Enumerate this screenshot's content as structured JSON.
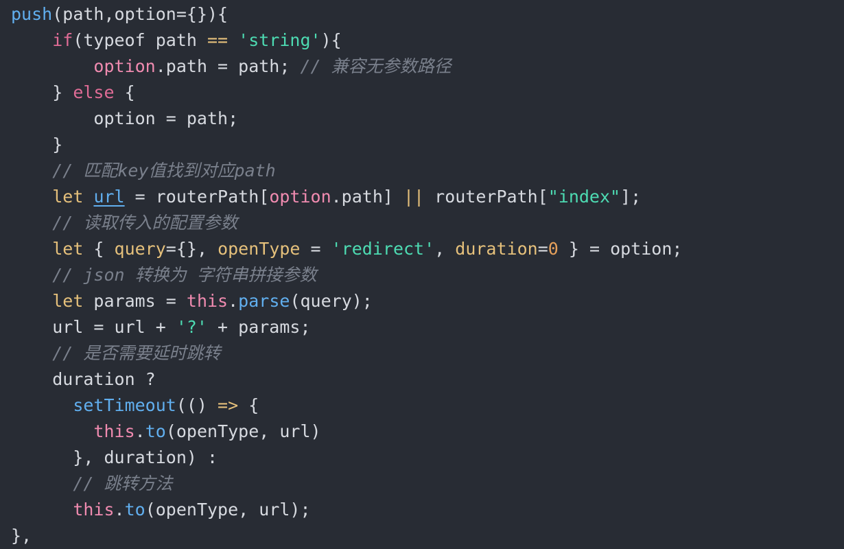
{
  "colors": {
    "background": "#282c34",
    "plain": "#d7dae0",
    "keyword": "#e06c96",
    "let": "#e5c07b",
    "string": "#4ddbb2",
    "comment": "#7a808c",
    "function": "#61afef",
    "variable": "#f08bb0",
    "number": "#e5a05b"
  },
  "code": {
    "lines": [
      [
        [
          "func",
          "push"
        ],
        [
          "plain",
          "("
        ],
        [
          "plain",
          "path,option={}){"
        ]
      ],
      [
        [
          "plain",
          "    "
        ],
        [
          "keyword",
          "if"
        ],
        [
          "plain",
          "(typeof path "
        ],
        [
          "let",
          "=="
        ],
        [
          "plain",
          " "
        ],
        [
          "string",
          "'string'"
        ],
        [
          "plain",
          "){"
        ]
      ],
      [
        [
          "plain",
          "        "
        ],
        [
          "var",
          "option"
        ],
        [
          "plain",
          ".path = path; "
        ],
        [
          "comment",
          "// 兼容无参数路径"
        ]
      ],
      [
        [
          "plain",
          "    } "
        ],
        [
          "keyword",
          "else"
        ],
        [
          "plain",
          " {"
        ]
      ],
      [
        [
          "plain",
          "        option = path;"
        ]
      ],
      [
        [
          "plain",
          "    }"
        ]
      ],
      [
        [
          "plain",
          "    "
        ],
        [
          "comment",
          "// 匹配key值找到对应path"
        ]
      ],
      [
        [
          "plain",
          "    "
        ],
        [
          "let",
          "let"
        ],
        [
          "plain",
          " "
        ],
        [
          "url",
          "url"
        ],
        [
          "plain",
          " = routerPath["
        ],
        [
          "var",
          "option"
        ],
        [
          "plain",
          ".path] "
        ],
        [
          "let",
          "||"
        ],
        [
          "plain",
          " routerPath["
        ],
        [
          "string",
          "\"index\""
        ],
        [
          "plain",
          "];"
        ]
      ],
      [
        [
          "plain",
          "    "
        ],
        [
          "comment",
          "// 读取传入的配置参数"
        ]
      ],
      [
        [
          "plain",
          "    "
        ],
        [
          "let",
          "let"
        ],
        [
          "plain",
          " { "
        ],
        [
          "let",
          "query"
        ],
        [
          "plain",
          "={}, "
        ],
        [
          "let",
          "openType"
        ],
        [
          "plain",
          " = "
        ],
        [
          "string",
          "'redirect'"
        ],
        [
          "plain",
          ", "
        ],
        [
          "let",
          "duration"
        ],
        [
          "plain",
          "="
        ],
        [
          "number",
          "0"
        ],
        [
          "plain",
          " } = option;"
        ]
      ],
      [
        [
          "plain",
          "    "
        ],
        [
          "comment",
          "// json 转换为 字符串拼接参数"
        ]
      ],
      [
        [
          "plain",
          "    "
        ],
        [
          "let",
          "let"
        ],
        [
          "plain",
          " params = "
        ],
        [
          "var",
          "this"
        ],
        [
          "plain",
          "."
        ],
        [
          "func",
          "parse"
        ],
        [
          "plain",
          "(query);"
        ]
      ],
      [
        [
          "plain",
          "    url = url + "
        ],
        [
          "string",
          "'?'"
        ],
        [
          "plain",
          " + params;"
        ]
      ],
      [
        [
          "plain",
          "    "
        ],
        [
          "comment",
          "// 是否需要延时跳转"
        ]
      ],
      [
        [
          "plain",
          "    duration ?"
        ]
      ],
      [
        [
          "plain",
          "      "
        ],
        [
          "func",
          "setTimeout"
        ],
        [
          "plain",
          "(() "
        ],
        [
          "let",
          "=>"
        ],
        [
          "plain",
          " {"
        ]
      ],
      [
        [
          "plain",
          "        "
        ],
        [
          "var",
          "this"
        ],
        [
          "plain",
          "."
        ],
        [
          "func",
          "to"
        ],
        [
          "plain",
          "(openType, url)"
        ]
      ],
      [
        [
          "plain",
          "      }, duration) :"
        ]
      ],
      [
        [
          "plain",
          "      "
        ],
        [
          "comment",
          "// 跳转方法"
        ]
      ],
      [
        [
          "plain",
          "      "
        ],
        [
          "var",
          "this"
        ],
        [
          "plain",
          "."
        ],
        [
          "func",
          "to"
        ],
        [
          "plain",
          "(openType, url);"
        ]
      ],
      [
        [
          "plain",
          "},"
        ]
      ]
    ]
  }
}
